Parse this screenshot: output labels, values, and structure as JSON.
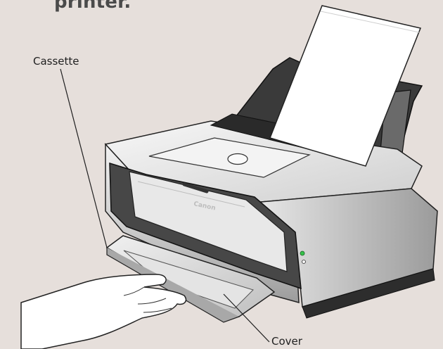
{
  "header": {
    "text": "printer."
  },
  "callouts": {
    "cassette": "Cassette",
    "cover": "Cover"
  },
  "printer_brand": "Canon",
  "colors": {
    "background": "#e6dfdb",
    "printer_body": "#d9d9d9",
    "front_panel": "#3f3f3f",
    "paper": "#ffffff",
    "skin": "#ffffff",
    "status_light": "#35c24a"
  }
}
